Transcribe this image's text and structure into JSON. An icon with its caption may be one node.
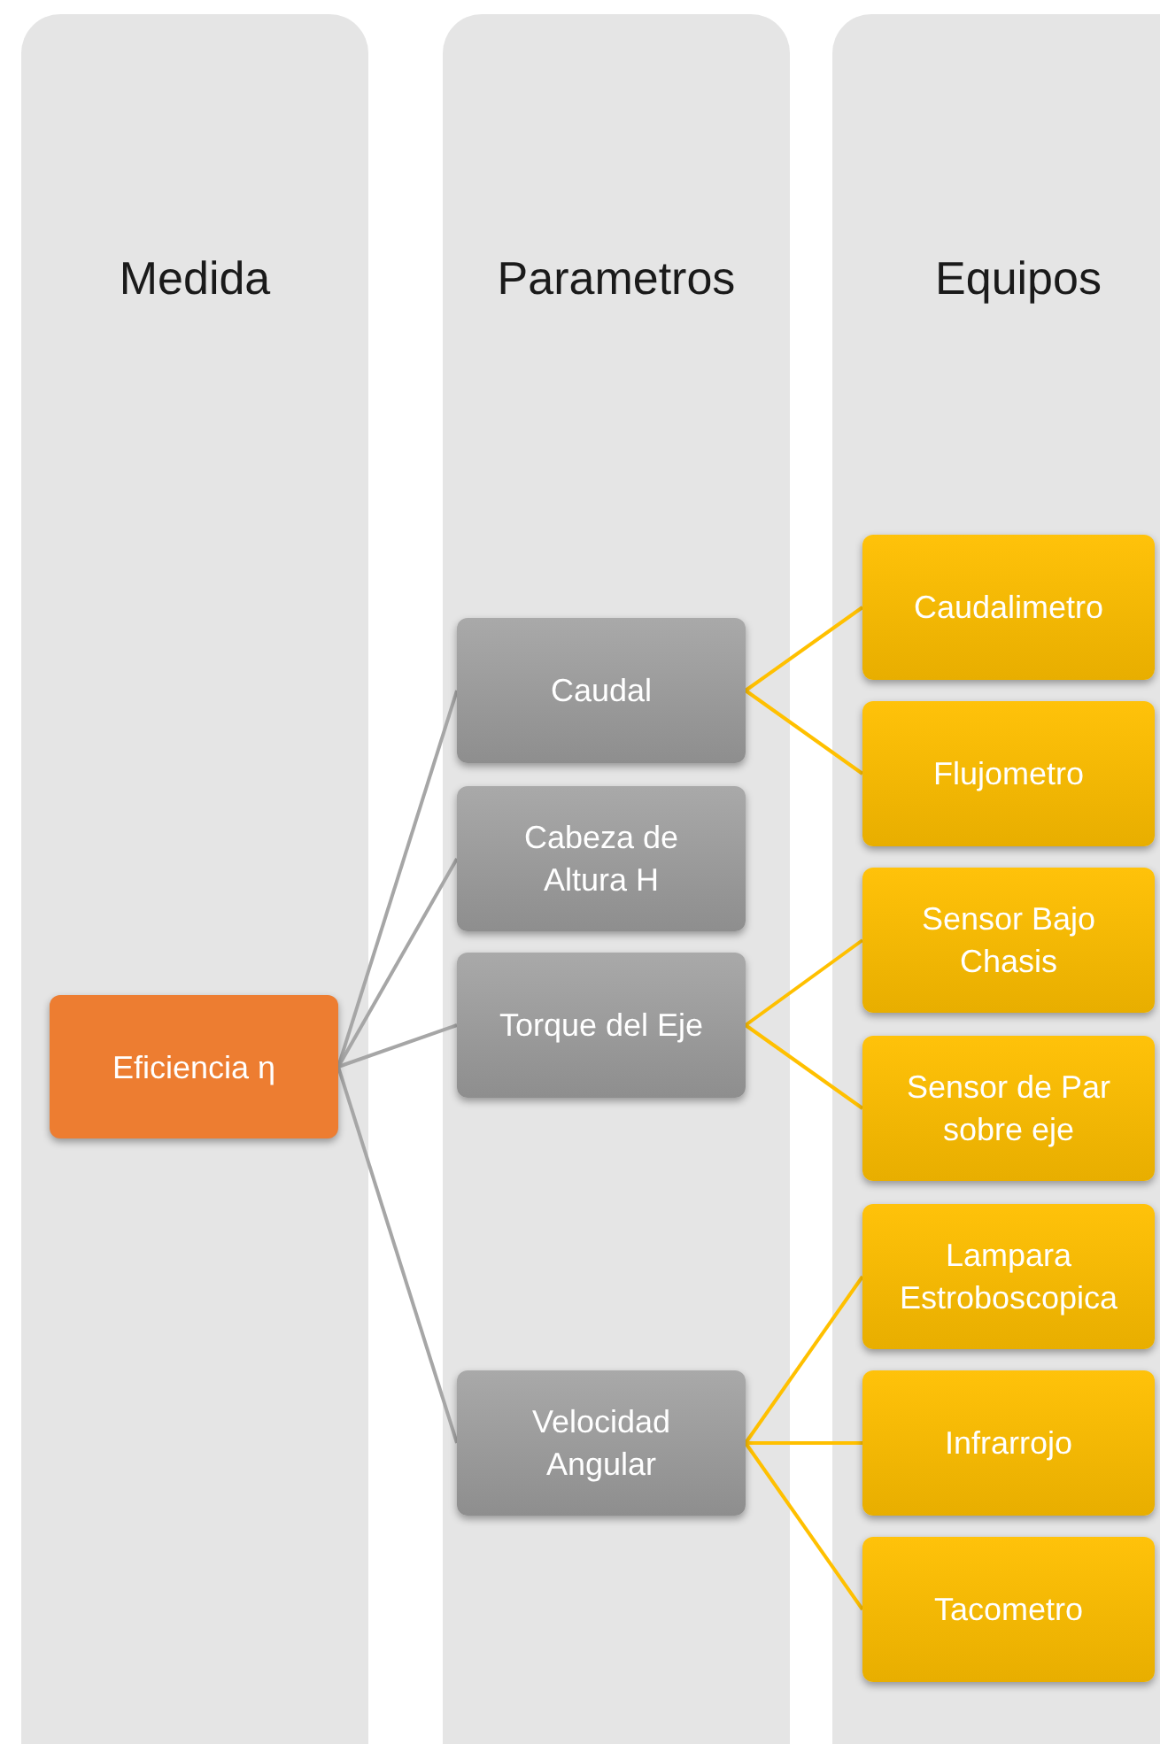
{
  "diagram": {
    "nodes": [
      {
        "text": [
          "Medida"
        ]
      },
      {
        "text": [
          "Parametros"
        ]
      },
      {
        "text": [
          "Equipos"
        ]
      },
      {
        "text": [
          "Eficiencia η"
        ],
        "in": 0
      },
      {
        "text": [
          "Caudal"
        ],
        "in": 1
      },
      {
        "text": [
          "Cabeza de Altura H"
        ],
        "in": 1
      },
      {
        "text": [
          "Torque del Eje"
        ],
        "in": 1
      },
      {
        "text": [
          "Velocidad Angular"
        ],
        "in": 1
      },
      {
        "text": [
          "Caudalimetro"
        ],
        "in": 2
      },
      {
        "text": [
          "Flujometro"
        ],
        "in": 2
      },
      {
        "text": [
          "Sensor Bajo Chasis"
        ],
        "in": 2
      },
      {
        "text": [
          "Sensor de Par sobre eje"
        ],
        "in": 2
      },
      {
        "text": [
          "Lampara Estroboscopica"
        ],
        "in": 2
      },
      {
        "text": [
          "Infrarrojo"
        ],
        "in": 2
      },
      {
        "text": [
          "Tacometro"
        ],
        "in": 2
      }
    ],
    "edges": [
      {
        "from": 3,
        "to": 4,
        "arrow": "none",
        "color": "#a6a6a6"
      },
      {
        "from": 3,
        "to": 5,
        "arrow": "none",
        "color": "#a6a6a6"
      },
      {
        "from": 3,
        "to": 6,
        "arrow": "none",
        "color": "#a6a6a6"
      },
      {
        "from": 3,
        "to": 7,
        "arrow": "none",
        "color": "#a6a6a6"
      },
      {
        "from": 4,
        "to": 8,
        "arrow": "none"
      },
      {
        "from": 4,
        "to": 9,
        "arrow": "none"
      },
      {
        "from": 6,
        "to": 10,
        "arrow": "none"
      },
      {
        "from": 6,
        "to": 11,
        "arrow": "none"
      },
      {
        "from": 7,
        "to": 12,
        "arrow": "none"
      },
      {
        "from": 7,
        "to": 13,
        "arrow": "none"
      },
      {
        "from": 7,
        "to": 14,
        "arrow": "none"
      }
    ]
  }
}
